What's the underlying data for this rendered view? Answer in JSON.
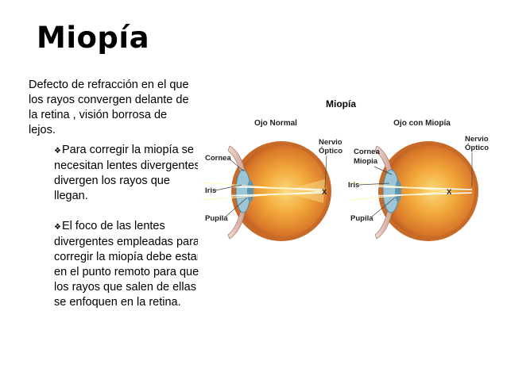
{
  "slide": {
    "title": "Miopía",
    "intro": "Defecto de refracción en el que los rayos convergen delante de la retina , visión borrosa de lejos.",
    "bullets": [
      "Para corregir la miopía se necesitan lentes divergentes: divergen los rayos que llegan.",
      "El foco de las lentes divergentes empleadas para corregir la miopía debe estar en el punto remoto para que los rayos que salen de ellas se enfoquen en la retina."
    ]
  },
  "figure": {
    "title": "Miopía",
    "left_eye": {
      "caption": "Ojo Normal",
      "labels": {
        "cornea": "Cornea",
        "iris": "Iris",
        "pupila": "Pupila",
        "nervio": "Nervio",
        "optico": "Óptico",
        "focus": "X"
      }
    },
    "right_eye": {
      "caption": "Ojo con Miopía",
      "labels": {
        "cornea": "Cornea",
        "miopia": "Miopia",
        "iris": "Iris",
        "pupila": "Pupila",
        "nervio": "Nervio",
        "optico": "Óptico",
        "focus": "X"
      }
    },
    "colors": {
      "sclera": "#d9832a",
      "inner": "#f0a030",
      "core": "#f7c860",
      "lens": "#7fb2c9",
      "eyelid": "#8a6a5a"
    }
  }
}
